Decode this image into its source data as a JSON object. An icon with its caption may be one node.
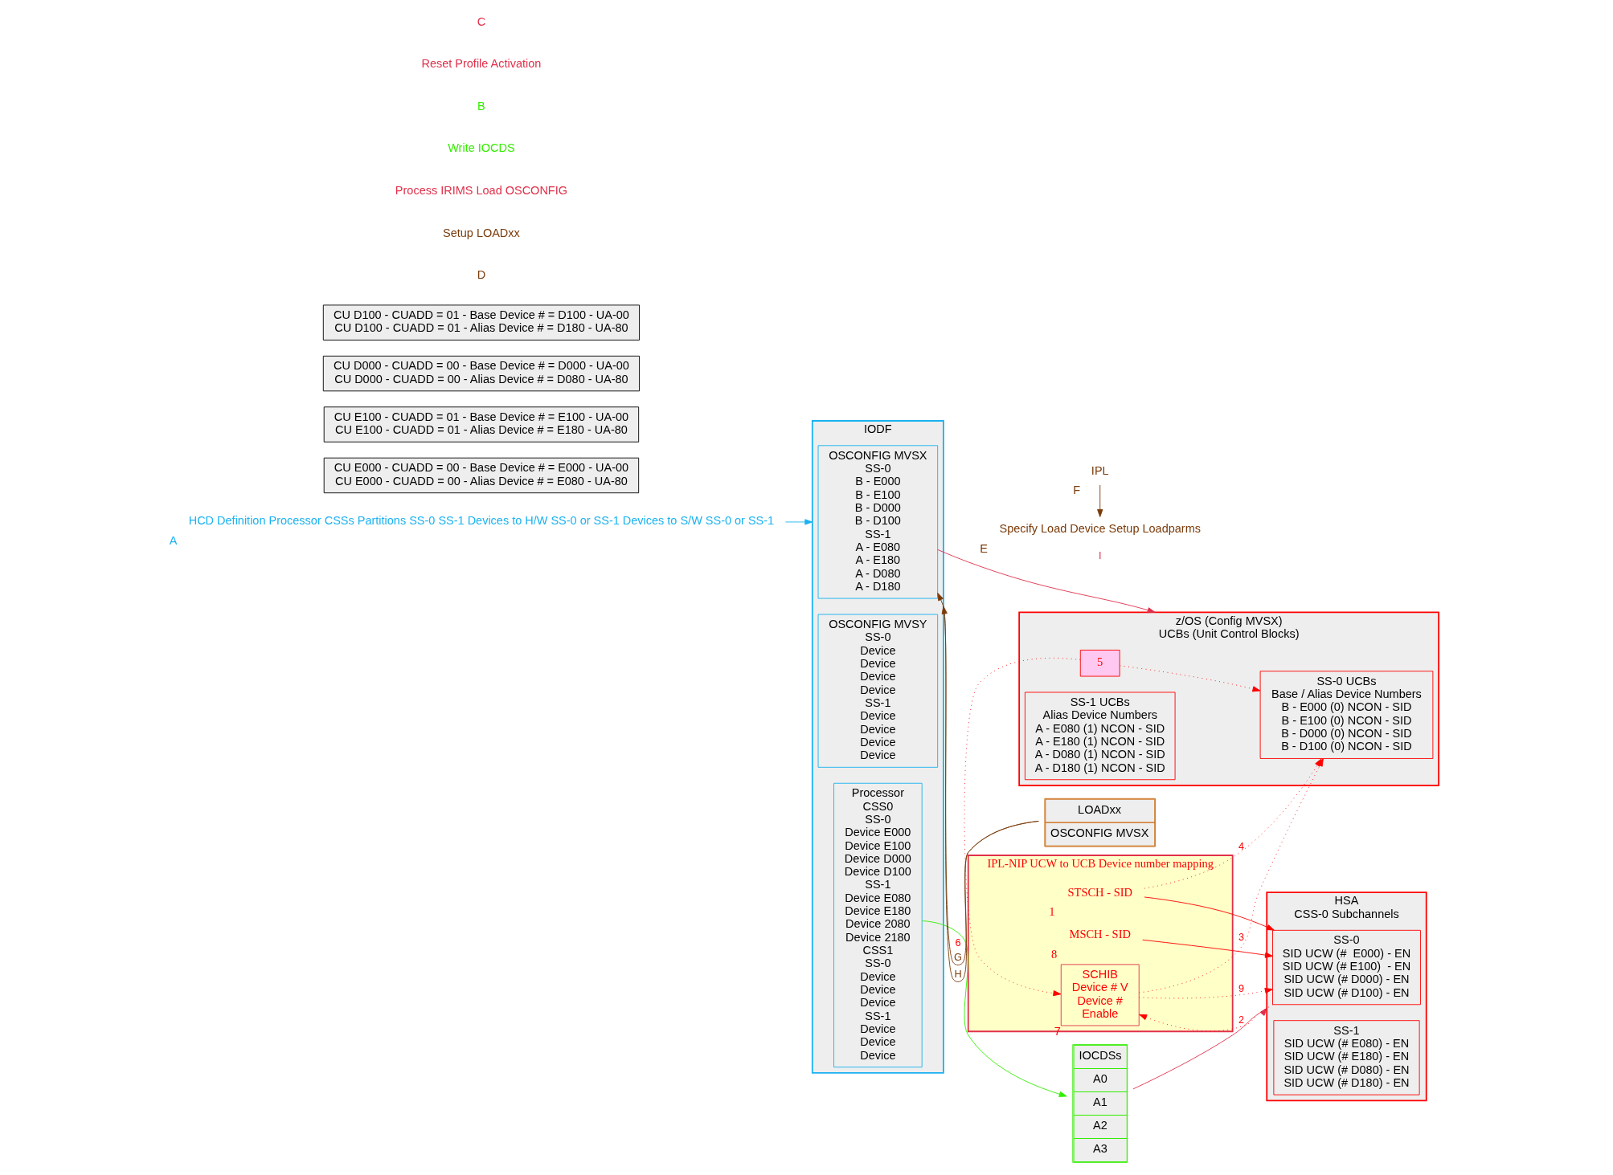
{
  "diagram": {
    "nodes": [
      {
        "text": [
          "HCD Definition Processor CSSs Partitions SS-0 SS-1 Devices to H/W SS-0 or SS-1 Devices to S/W SS-0 or SS-1"
        ],
        "beside": [
          "A"
        ]
      },
      {
        "text": [
          "IODF"
        ]
      },
      {
        "text": [
          "OSCONFIG MVSX",
          "SS-0",
          "B - E000",
          "B - E100",
          "B - D000",
          "B - D100",
          "SS-1",
          "A - E080",
          "A - E180",
          "A - D080",
          "A - D180"
        ],
        "in": 1
      },
      {
        "text": [
          "OSCONFIG MVSY",
          "SS-0",
          "Device",
          "Device",
          "Device",
          "Device",
          "SS-1",
          "Device",
          "Device",
          "Device",
          "Device"
        ],
        "in": 1
      },
      {
        "text": [
          "Processor",
          "CSS0",
          "SS-0",
          "Device E000",
          "Device E100",
          "Device D000",
          "Device D100",
          "SS-1",
          "Device E080",
          "Device E180",
          "Device 2080",
          "Device 2180",
          "CSS1",
          "SS-0",
          "Device",
          "Device",
          "Device",
          "SS-1",
          "Device",
          "Device",
          "Device"
        ],
        "in": 1
      },
      {
        "text": [
          "IPL"
        ],
        "beside": [
          "F"
        ]
      },
      {
        "text": [
          "Specify Load Device Setup Loadparms"
        ],
        "beside": [
          "E"
        ]
      },
      {
        "text": [
          "LOADxx",
          "OSCONFIG MVSX"
        ]
      },
      {
        "text": [
          "z/OS (Config MVSX)",
          "UCBs (Unit Control Blocks)"
        ]
      },
      {
        "text": [
          "SS-0 UCBs",
          "Base / Alias Device Numbers",
          "B - E000 (0) NCON - SID",
          "B - E100 (0) NCON - SID",
          "B - D000 (0) NCON - SID",
          "B - D100 (0) NCON - SID"
        ],
        "in": 8
      },
      {
        "text": [
          "5"
        ],
        "in": 8
      },
      {
        "text": [
          "SS-1 UCBs",
          "Alias Device Numbers",
          "A - E080 (1) NCON - SID",
          "A - E180 (1) NCON - SID",
          "A - D080 (1) NCON - SID",
          "A - D180 (1) NCON - SID"
        ],
        "in": 8
      },
      {
        "text": [
          "IPL-NIP UCW to UCB Device number mapping"
        ]
      },
      {
        "text": [
          "STSCH - SID"
        ],
        "in": 12,
        "beside": [
          "1"
        ]
      },
      {
        "text": [
          "MSCH - SID"
        ],
        "in": 12,
        "beside": [
          "8"
        ]
      },
      {
        "text": [
          "SCHIB",
          "Device # V",
          "Device #",
          "Enable"
        ],
        "in": 12,
        "beside": [
          "7"
        ]
      },
      {
        "text": [
          "IOCDSs",
          "A0",
          "A1",
          "A2",
          "A3"
        ]
      },
      {
        "text": [
          "HSA",
          "CSS-0 Subchannels"
        ]
      },
      {
        "text": [
          "SS-0",
          "SID UCW (#  E000) - EN",
          "SID UCW (# E100)  - EN",
          "SID UCW (# D000) - EN",
          "SID UCW (# D100) - EN"
        ],
        "in": 17
      },
      {
        "text": [
          "SS-1",
          "SID UCW (# E080) - EN",
          "SID UCW (# E180) - EN",
          "SID UCW (# D080) - EN",
          "SID UCW (# D180) - EN"
        ],
        "in": 17
      },
      {
        "text": [
          "CU E000 - CUADD = 00 - Base Device # = E000 - UA-00",
          "CU E000 - CUADD = 00 - Alias Device # = E080 - UA-80"
        ]
      },
      {
        "text": [
          "CU E100 - CUADD = 01 - Base Device # = E100 - UA-00",
          "CU E100 - CUADD = 01 - Alias Device # = E180 - UA-80"
        ]
      },
      {
        "text": [
          "CU D000 - CUADD = 00 - Base Device # = D000 - UA-00",
          "CU D000 - CUADD = 00 - Alias Device # = D080 - UA-80"
        ]
      },
      {
        "text": [
          "CU D100 - CUADD = 01 - Base Device # = D100 - UA-00",
          "CU D100 - CUADD = 01 - Alias Device # = D180 - UA-80"
        ]
      }
    ],
    "edges": [
      {
        "from": 0,
        "to": 1,
        "arrow": "to",
        "color": "#1ab2f0"
      },
      {
        "from": 5,
        "to": 6,
        "arrow": "to",
        "color": "#7a3b0a"
      },
      {
        "from": 7,
        "to": 1,
        "arrow": "to",
        "color": "#7a3b0a",
        "label": "G"
      },
      {
        "from": 7,
        "to": 2,
        "arrow": "to",
        "color": "#7a3b0a",
        "label": "H"
      },
      {
        "from": 2,
        "to": 8,
        "arrow": "to",
        "color": "#e0304a",
        "label": "I"
      },
      {
        "from": 4,
        "to": 16,
        "arrow": "to",
        "color": "#33ee00"
      },
      {
        "from": 16,
        "to": 17,
        "arrow": "to",
        "color": "#e0304a"
      },
      {
        "from": 15,
        "to": 9,
        "arrow": "to",
        "style": "dashed",
        "label": "3"
      },
      {
        "from": 13,
        "to": 9,
        "arrow": "to",
        "style": "dashed",
        "label": "4"
      },
      {
        "from": 10,
        "to": 9,
        "arrow": "to",
        "style": "dashed"
      },
      {
        "from": 10,
        "to": 15,
        "arrow": "to",
        "style": "dashed",
        "label": "6"
      },
      {
        "from": 18,
        "to": 15,
        "arrow": "to",
        "style": "dashed",
        "label": "2"
      },
      {
        "from": 15,
        "to": 18,
        "arrow": "to",
        "style": "dashed",
        "label": "9"
      },
      {
        "from": 13,
        "to": 18,
        "arrow": "to"
      },
      {
        "from": 14,
        "to": 18,
        "arrow": "to"
      }
    ],
    "labels": [
      "D",
      "Setup LOADxx",
      "Process IRIMS Load OSCONFIG",
      "Write IOCDS",
      "B",
      "Reset Profile Activation",
      "C"
    ]
  }
}
